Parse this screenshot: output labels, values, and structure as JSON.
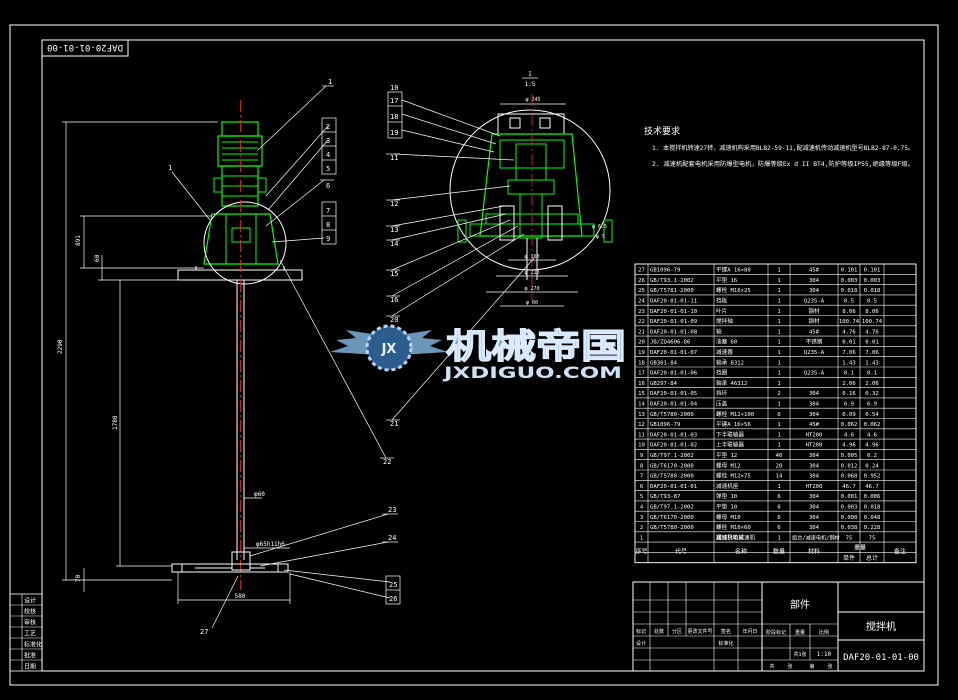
{
  "drawing_number": "DAF20-01-01-00",
  "drawing_number_rotated": "DAF20-01-01-00",
  "product_name": "搅拌机",
  "assembly_label": "部件",
  "scale": "1:10",
  "scale_label": "比例",
  "weight_label": "重量",
  "stage_label": "阶段标记",
  "sheet_label": "共1张",
  "detail_scale": "1:5",
  "tech_req": {
    "heading": "技术要求",
    "items": [
      "1. 本搅拌机转速27转，减速机构采用BLB2-59-11,配减速机传动减速机型号BLB2-87-0.75。",
      "2. 减速机配套电机采用防爆型电机，防爆等级Ex d II BT4,防护等级IP55,绝缘等级F级。"
    ]
  },
  "bom_header": [
    "序号",
    "代号",
    "名称",
    "数量",
    "材料",
    "单件",
    "总计",
    "备注"
  ],
  "bom_header_weight": "重量",
  "bom": [
    [
      "27",
      "GB1096-79",
      "平键A 16×80",
      "1",
      "45#",
      "0.101",
      "0.101",
      ""
    ],
    [
      "26",
      "GB/T93.1-2002",
      "平垫 16",
      "1",
      "304",
      "0.003",
      "0.003",
      ""
    ],
    [
      "25",
      "GB/T5781-2000",
      "螺栓 M16×25",
      "1",
      "304",
      "0.018",
      "0.018",
      ""
    ],
    [
      "24",
      "DAF20-01-01-11",
      "挡板",
      "1",
      "Q235-A",
      "0.5",
      "0.5",
      ""
    ],
    [
      "23",
      "DAF20-01-01-10",
      "叶片",
      "1",
      "钢材",
      "8.06",
      "8.06",
      ""
    ],
    [
      "22",
      "DAF20-01-01-09",
      "搅拌轴",
      "1",
      "钢材",
      "100.74",
      "100.74",
      ""
    ],
    [
      "21",
      "DAF20-01-01-08",
      "轴",
      "1",
      "45#",
      "4.76",
      "4.76",
      ""
    ],
    [
      "20",
      "JB/ZQ4606-86",
      "油塞 60",
      "1",
      "不锈钢",
      "0.01",
      "0.01",
      ""
    ],
    [
      "19",
      "DAF20-01-01-07",
      "减速器",
      "1",
      "Q235-A",
      "7.06",
      "7.06",
      ""
    ],
    [
      "18",
      "GB301-84",
      "轴承 8312",
      "1",
      "",
      "1.43",
      "1.43",
      ""
    ],
    [
      "17",
      "DAF20-01-01-06",
      "挡圈",
      "1",
      "Q235-A",
      "0.1",
      "0.1",
      ""
    ],
    [
      "16",
      "GB297-84",
      "轴承 46312",
      "1",
      "",
      "2.06",
      "2.06",
      ""
    ],
    [
      "15",
      "DAF20-01-01-05",
      "挡环",
      "2",
      "304",
      "0.16",
      "0.32",
      ""
    ],
    [
      "14",
      "DAF20-01-01-04",
      "压盖",
      "1",
      "304",
      "6.9",
      "6.9",
      ""
    ],
    [
      "13",
      "GB/T5780-2000",
      "螺栓 M12×100",
      "6",
      "304",
      "0.09",
      "0.54",
      ""
    ],
    [
      "12",
      "GB1096-79",
      "平键A 16×56",
      "1",
      "45#",
      "0.062",
      "0.062",
      ""
    ],
    [
      "11",
      "DAF20-01-01-03",
      "下半联轴器",
      "1",
      "HT200",
      "4.6",
      "4.6",
      ""
    ],
    [
      "10",
      "DAF20-01-01-02",
      "上半联轴器",
      "1",
      "HT200",
      "4.96",
      "4.96",
      ""
    ],
    [
      "9",
      "GB/T97.1-2002",
      "平垫 12",
      "40",
      "304",
      "0.005",
      "0.2",
      ""
    ],
    [
      "8",
      "GB/T6170-2000",
      "螺母 M12",
      "20",
      "304",
      "0.012",
      "0.24",
      ""
    ],
    [
      "7",
      "GB/T5780-2000",
      "螺栓 M12×75",
      "14",
      "304",
      "0.068",
      "0.952",
      ""
    ],
    [
      "6",
      "DAF20-01-01-01",
      "减速机座",
      "1",
      "HT200",
      "46.7",
      "46.7",
      ""
    ],
    [
      "5",
      "GB/T93-87",
      "弹垫 10",
      "6",
      "304",
      "0.001",
      "0.006",
      ""
    ],
    [
      "4",
      "GB/T97.1-2002",
      "平垫 10",
      "6",
      "304",
      "0.003",
      "0.018",
      ""
    ],
    [
      "3",
      "GB/T6170-2000",
      "螺母 M10",
      "6",
      "304",
      "0.008",
      "0.048",
      ""
    ],
    [
      "2",
      "GB/T5780-2000",
      "螺栓 M10×60",
      "6",
      "304",
      "0.038",
      "0.228",
      ""
    ],
    [
      "1",
      "",
      "减速机电机",
      "1",
      "",
      "75",
      "75",
      ""
    ]
  ],
  "bom_row1_name": "摆线针轮减速机",
  "bom_row1_material": "组合/减速电机/钢材",
  "left_block_labels": [
    "设计",
    "校核",
    "审核",
    "工艺",
    "标准化",
    "批准",
    "日期"
  ],
  "title_block_cols": [
    "标记",
    "处数",
    "分区",
    "更改文件号",
    "签名",
    "年月日"
  ],
  "title_block_sign": [
    "设计",
    "标准化"
  ],
  "title_block_bottom": [
    "共",
    "张",
    "第",
    "张"
  ],
  "dims": {
    "d1": "891",
    "d2": "2290",
    "d3": "1780",
    "d4": "60",
    "d5": "φ60",
    "d6": "φ65h11h6",
    "d7": "580",
    "d8": "70",
    "d9": "φ 245",
    "d10": "φ 210",
    "d11": "φ 270",
    "d12": "φ 160",
    "d13": "φ 60",
    "d14": "φ 6.5",
    "d15": "φ 5"
  },
  "callouts_main": [
    "1",
    "2",
    "3",
    "4",
    "5",
    "6",
    "7",
    "8",
    "9",
    "22",
    "23",
    "24",
    "25",
    "26",
    "27",
    "1"
  ],
  "callouts_detail": [
    "10",
    "17",
    "18",
    "19",
    "11",
    "12",
    "13",
    "14",
    "15",
    "16",
    "20",
    "21"
  ],
  "watermark": {
    "cn": "机械帝国",
    "en": "JXDIGUO.COM",
    "badge": "JX"
  },
  "colors": {
    "bg": "#000000",
    "line": "#ffffff",
    "green": "#00ff00",
    "red": "#ff2020",
    "grey": "#b4b4b4"
  }
}
